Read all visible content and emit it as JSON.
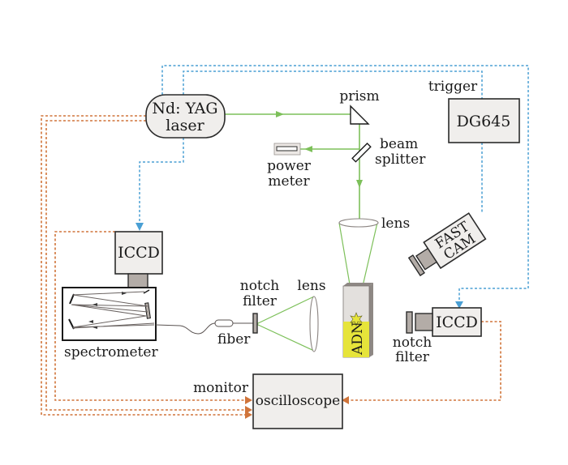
{
  "diagram": {
    "title": "Experimental setup schematic",
    "components": {
      "laser": {
        "line1": "Nd: YAG",
        "line2": "laser"
      },
      "prism": "prism",
      "beam_splitter": {
        "line1": "beam",
        "line2": "splitter"
      },
      "power_meter": {
        "line1": "power",
        "line2": "meter"
      },
      "trigger_label": "trigger",
      "delay_generator": "DG645",
      "focus_lens": "lens",
      "fast_cam": {
        "line1": "FAST",
        "line2": "CAM"
      },
      "sample": "ADN",
      "icc_top": "ICCD",
      "icc_right": "ICCD",
      "notch_filter_right": {
        "line1": "notch",
        "line2": "filter"
      },
      "spectrometer": "spectrometer",
      "fiber": "fiber",
      "notch_filter_left": {
        "line1": "notch",
        "line2": "filter"
      },
      "collect_lens": "lens",
      "monitor_label": "monitor",
      "oscilloscope": "oscilloscope"
    },
    "colors": {
      "laser_beam": "#7dc05a",
      "trigger_signal": "#4a9fd4",
      "data_signal": "#d0743a",
      "sample_fill": "#e6e43a",
      "box_fill": "#f0eeec"
    }
  }
}
